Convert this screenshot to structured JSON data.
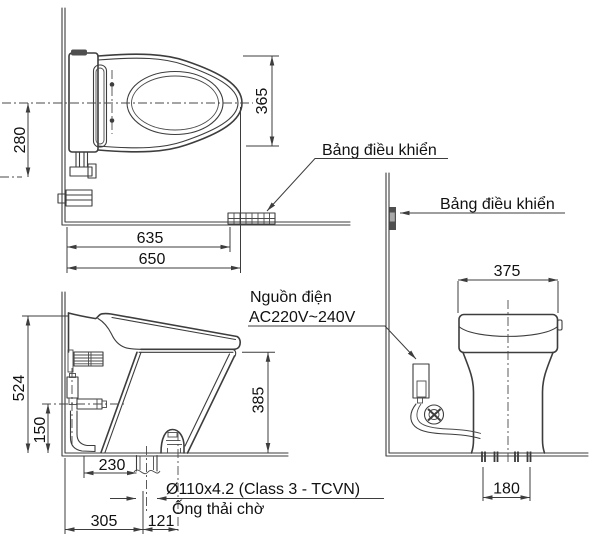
{
  "drawing": {
    "title": "toilet-installation-dimension-drawing",
    "labels": {
      "control_panel_1": "Bảng điều khiển",
      "control_panel_2": "Bảng điều khiển",
      "power_supply_1": "Nguồn điện",
      "power_supply_2": "AC220V~240V",
      "drain_spec": "Ø110x4.2 (Class 3 - TCVN)",
      "drain_waiting": "Ống thải chờ"
    },
    "dims": {
      "top": {
        "d280": "280",
        "d365": "365",
        "d635": "635",
        "d650": "650"
      },
      "side": {
        "d524": "524",
        "d150": "150",
        "d385": "385",
        "d230": "230",
        "d305": "305",
        "d121": "121"
      },
      "front": {
        "d375": "375",
        "d180": "180"
      }
    },
    "colors": {
      "line": "#3d3d3d",
      "text": "#111111",
      "dark_fill": "#4f4f4f",
      "background": "#ffffff"
    }
  }
}
